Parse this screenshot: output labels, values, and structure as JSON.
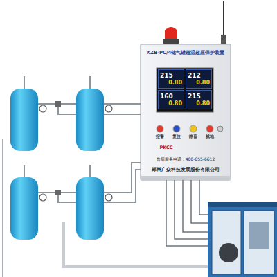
{
  "diagram": {
    "nodes": [
      {
        "text": [
          "KZB-PC/4储气罐超温超压保护装置",
          "售后服务电话：400-655-6612",
          "郑州广众科技发展股份有限公司"
        ]
      },
      {
        "text": [
          "215",
          "0.80"
        ],
        "in": 0
      },
      {
        "text": [
          "212",
          "0.80"
        ],
        "in": 0
      },
      {
        "text": [
          "160",
          "0.80"
        ],
        "in": 0
      },
      {
        "text": [
          "215",
          "0.80"
        ],
        "in": 0
      }
    ],
    "labels": [
      "报警",
      "复位",
      "静音",
      "就地",
      "PKCC"
    ]
  }
}
